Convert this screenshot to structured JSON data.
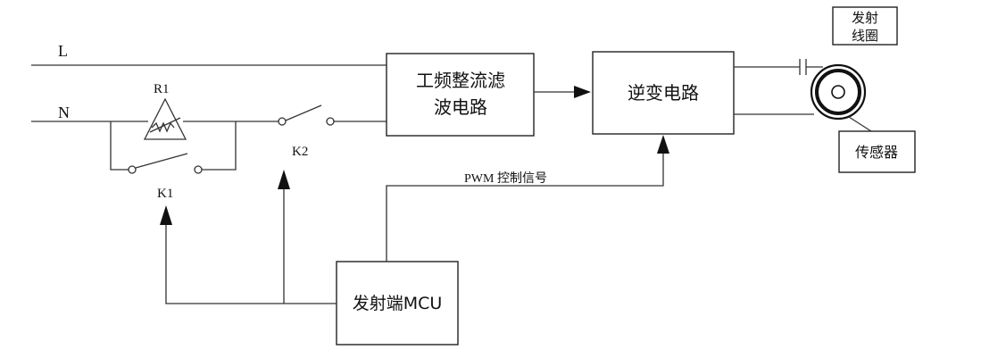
{
  "lines": {
    "live_label": "L",
    "neutral_label": "N"
  },
  "components": {
    "thermistor_label": "R1",
    "switch_k1_label": "K1",
    "switch_k2_label": "K2"
  },
  "blocks": {
    "rectifier_line1": "工频整流滤",
    "rectifier_line2": "波电路",
    "inverter": "逆变电路",
    "mcu": "发射端MCU",
    "coil_line1": "发射",
    "coil_line2": "线圈",
    "sensor": "传感器"
  },
  "signals": {
    "pwm": "PWM 控制信号"
  }
}
